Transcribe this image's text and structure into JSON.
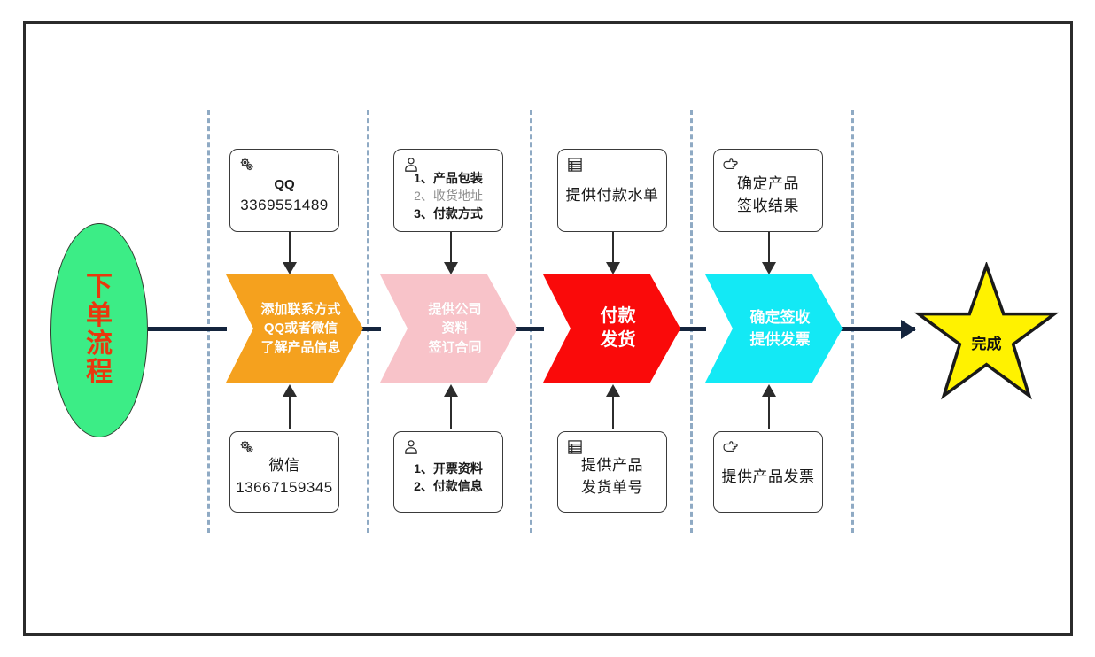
{
  "diagram": {
    "title": "下单流程",
    "start": {
      "label": "下单流程",
      "shape": "ellipse",
      "fill": "#3CED86",
      "text_color": "#E8380D"
    },
    "finish": {
      "label": "完成",
      "shape": "star",
      "fill": "#FFF200",
      "stroke": "#1A1A1A",
      "text_color": "#111111"
    },
    "stages": [
      {
        "id": "stage-1",
        "chevron": {
          "lines": [
            "添加联系方式",
            "QQ或者微信",
            "了解产品信息"
          ],
          "fill": "#F5A11E",
          "text_color": "#FFFFFF"
        },
        "note_top": {
          "icon": "gears-icon",
          "lines": [
            "QQ",
            "3369551489"
          ],
          "styles": [
            "qq",
            "big"
          ]
        },
        "note_bottom": {
          "icon": "gears-icon",
          "lines": [
            "微信",
            "13667159345"
          ],
          "styles": [
            "big",
            "big"
          ]
        }
      },
      {
        "id": "stage-2",
        "chevron": {
          "lines": [
            "提供公司",
            "资料",
            "签订合同"
          ],
          "fill": "#F8C3C9",
          "text_color": "#FFFFFF"
        },
        "note_top": {
          "icon": "user-icon",
          "lines": [
            "1、产品包装",
            "2、收货地址",
            "3、付款方式"
          ],
          "styles": [
            "bold",
            "dim",
            "bold"
          ]
        },
        "note_bottom": {
          "icon": "user-icon",
          "lines": [
            "1、开票资料",
            "2、付款信息"
          ],
          "styles": [
            "bold",
            "bold"
          ]
        }
      },
      {
        "id": "stage-3",
        "chevron": {
          "lines": [
            "付款",
            "发货"
          ],
          "fill": "#FA0A0A",
          "text_color": "#FFFFFF"
        },
        "note_top": {
          "icon": "document-list-icon",
          "lines": [
            "提供付款水单"
          ],
          "styles": [
            "plain"
          ]
        },
        "note_bottom": {
          "icon": "document-list-icon",
          "lines": [
            "提供产品",
            "发货单号"
          ],
          "styles": [
            "plain",
            "plain"
          ]
        }
      },
      {
        "id": "stage-4",
        "chevron": {
          "lines": [
            "确定签收",
            "提供发票"
          ],
          "fill": "#13E9F5",
          "text_color": "#FFFFFF"
        },
        "note_top": {
          "icon": "pointing-hand-icon",
          "lines": [
            "确定产品",
            "签收结果"
          ],
          "styles": [
            "plain",
            "plain"
          ]
        },
        "note_bottom": {
          "icon": "pointing-hand-icon",
          "lines": [
            "提供产品发票"
          ],
          "styles": [
            "plain"
          ]
        }
      }
    ],
    "connector_color": "#14243D",
    "divider_color": "#8FAAC4",
    "frame_color": "#2B2B2B"
  }
}
